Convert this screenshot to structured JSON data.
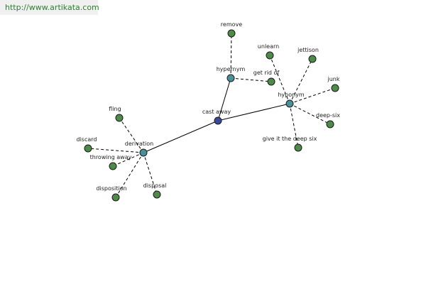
{
  "source_url": "http://www.artikata.com",
  "colors": {
    "center": "#3a4a9a",
    "relation": "#4a9099",
    "leaf": "#4e8a48",
    "watermark_text": "#2f7d34"
  },
  "graph": {
    "center": "cast away",
    "relations": [
      "hypernym",
      "hyponym",
      "derivation"
    ],
    "leaves": {
      "hypernym": [
        "remove",
        "get rid of"
      ],
      "hyponym": [
        "unlearn",
        "jettison",
        "junk",
        "deep-six",
        "give it the deep six"
      ],
      "derivation": [
        "fling",
        "discard",
        "throwing away",
        "disposition",
        "disposal"
      ]
    }
  }
}
